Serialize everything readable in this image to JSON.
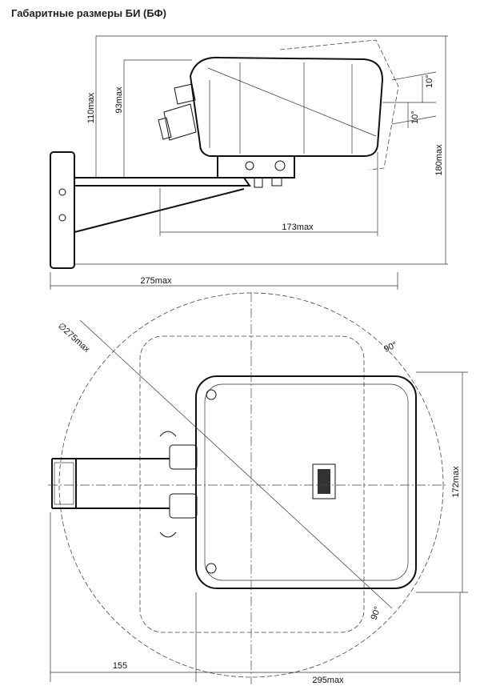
{
  "title": "Габаритные размеры БИ (БФ)",
  "side_view": {
    "dimensions": {
      "height_110": "110max",
      "height_93": "93max",
      "height_180": "180max",
      "length_173": "173max",
      "length_275": "275max",
      "angle_up": "10°",
      "angle_down": "10°"
    }
  },
  "top_view": {
    "dimensions": {
      "diameter": "∅275max",
      "width_172": "172max",
      "arm_155": "155",
      "length_295": "295max",
      "angle_top": "90°",
      "angle_bottom": "90°"
    }
  }
}
